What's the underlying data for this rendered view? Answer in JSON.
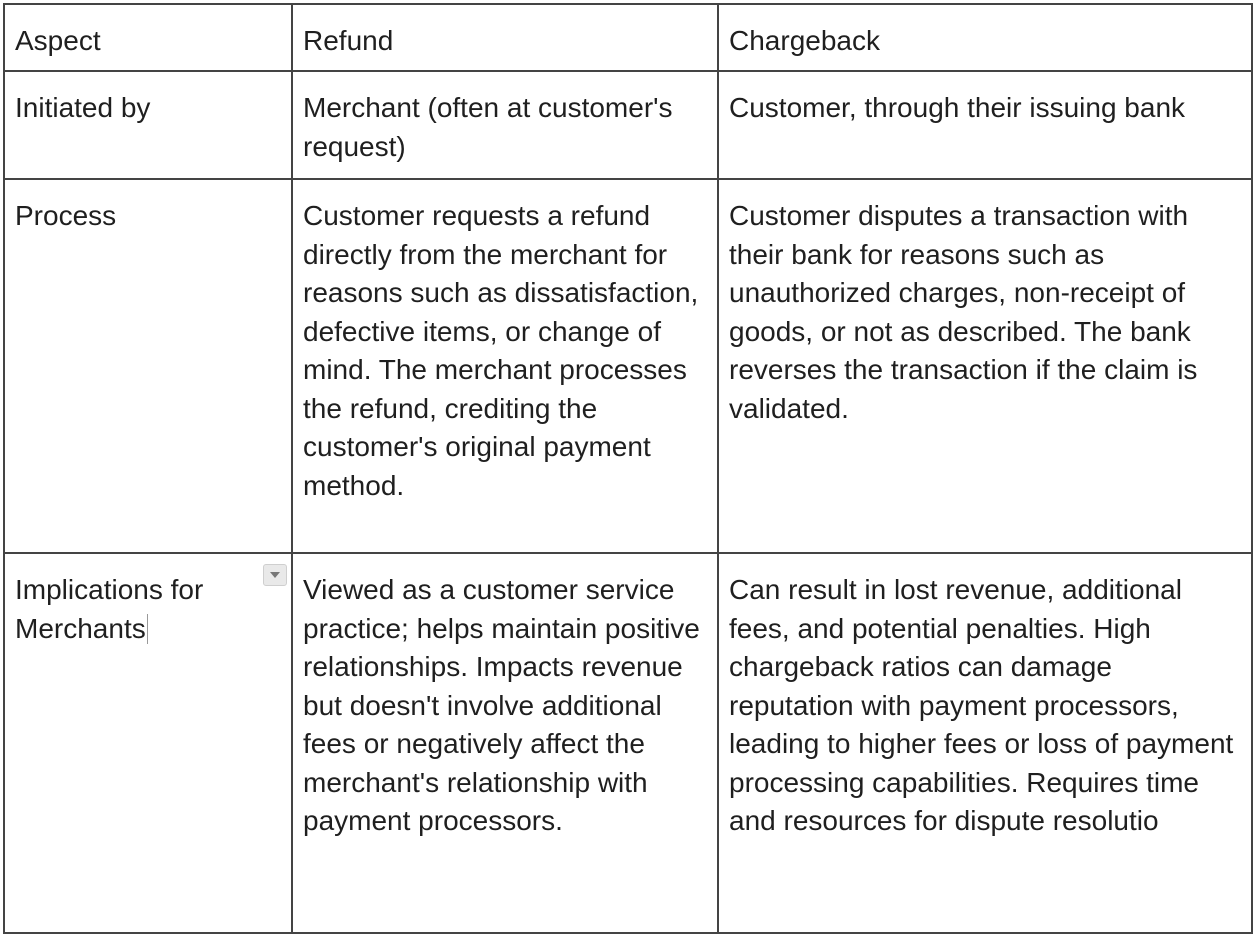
{
  "table": {
    "headers": [
      "Aspect",
      "Refund",
      "Chargeback"
    ],
    "rows": [
      {
        "aspect": "Initiated by",
        "refund": "Merchant (often at customer's request)",
        "chargeback": "Customer, through their issuing bank"
      },
      {
        "aspect": "Process",
        "refund": "Customer requests a refund directly from the merchant for reasons such as dissatisfaction, defective items, or change of mind. The merchant processes the refund, crediting the customer's original payment method.",
        "chargeback": "Customer disputes a transaction with their bank for reasons such as unauthorized charges, non-receipt of goods, or not as described. The bank reverses the transaction if the claim is validated."
      },
      {
        "aspect": "Implications for Merchants",
        "refund": "Viewed as a customer service practice; helps maintain positive relationships. Impacts revenue but doesn't involve additional fees or negatively affect the merchant's relationship with payment processors.",
        "chargeback": "Can result in lost revenue, additional fees, and potential penalties. High chargeback ratios can damage reputation with payment processors, leading to higher fees or loss of payment processing capabilities. Requires time and resources for dispute resolutio"
      }
    ]
  },
  "icons": {
    "cell_menu": "chevron-down-icon"
  }
}
